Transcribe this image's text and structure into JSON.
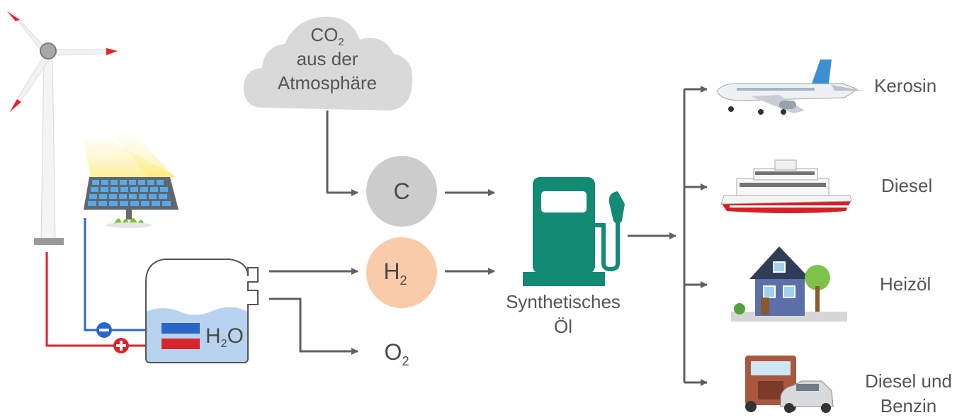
{
  "cloud": {
    "line1_main": "CO",
    "line1_sub": "2",
    "line2": "aus der",
    "line3": "Atmosphäre"
  },
  "carbon": {
    "label": "C"
  },
  "hydrogen": {
    "main": "H",
    "sub": "2"
  },
  "oxygen": {
    "main": "O",
    "sub": "2"
  },
  "water": {
    "h": "H",
    "sub": "2",
    "o": "O"
  },
  "fuel_pump": {
    "line1": "Synthetisches",
    "line2": "Öl"
  },
  "outputs": [
    {
      "label": "Kerosin",
      "icon": "airplane-icon"
    },
    {
      "label": "Diesel",
      "icon": "ship-icon"
    },
    {
      "label": "Heizöl",
      "icon": "house-icon"
    },
    {
      "label": "Diesel und\nBenzin",
      "label_line1": "Diesel und",
      "label_line2": "Benzin",
      "icon": "truck-car-icon"
    }
  ],
  "colors": {
    "arrow": "#606060",
    "cloud": "#d9d9d9",
    "carbon": "#cccccc",
    "hydrogen": "#f9cba8",
    "pump": "#138a74",
    "water": "#b8d3ef",
    "negative_wire": "#2a66c8",
    "positive_wire": "#d6262b"
  }
}
